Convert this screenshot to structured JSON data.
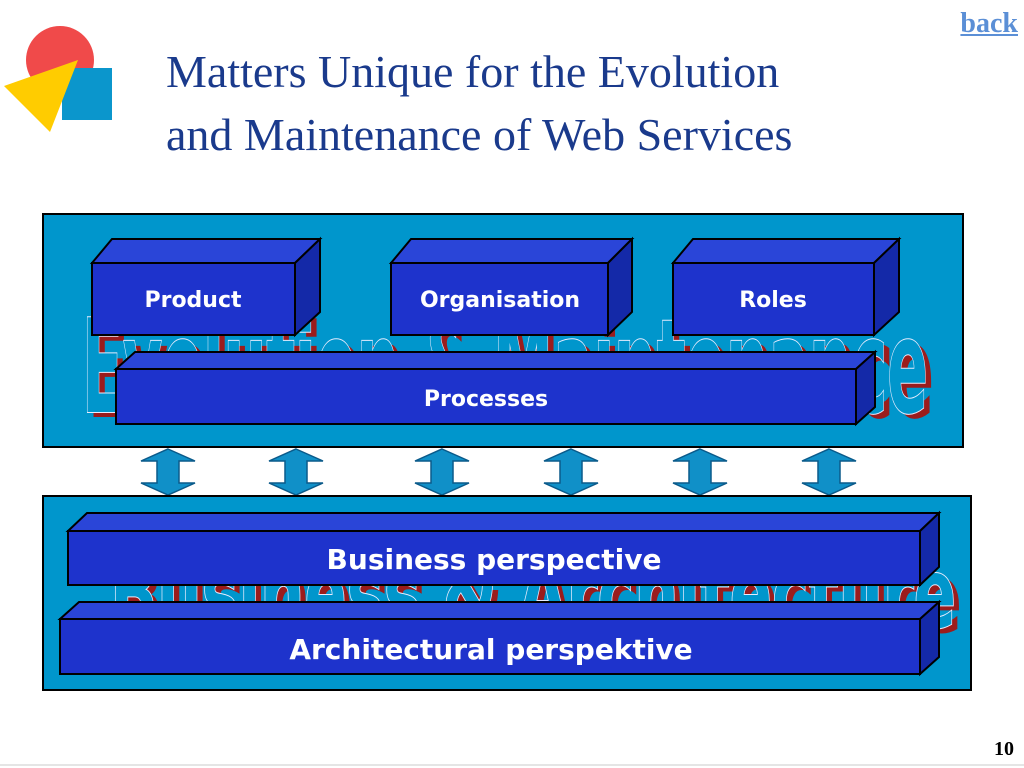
{
  "header": {
    "title_line1": "Matters Unique for the Evolution",
    "title_line2": "and Maintenance of Web Services",
    "back_link": "back"
  },
  "diagram": {
    "top_panel": {
      "watermark": "Evolution & Maintenance",
      "boxes": [
        "Product",
        "Organisation",
        "Roles"
      ],
      "processes": "Processes"
    },
    "bottom_panel": {
      "watermark": "Business & Architecture",
      "layers": [
        "Business perspective",
        "Architectural perspektive"
      ]
    }
  },
  "footer": {
    "page_number": "10"
  },
  "colors": {
    "panel": "#0096cc",
    "box": "#1e33cc",
    "box_top": "#2a45d8",
    "box_side": "#1429a8",
    "arrow": "#1090c8",
    "title": "#1a3a8c",
    "link": "#5b8fd6"
  }
}
